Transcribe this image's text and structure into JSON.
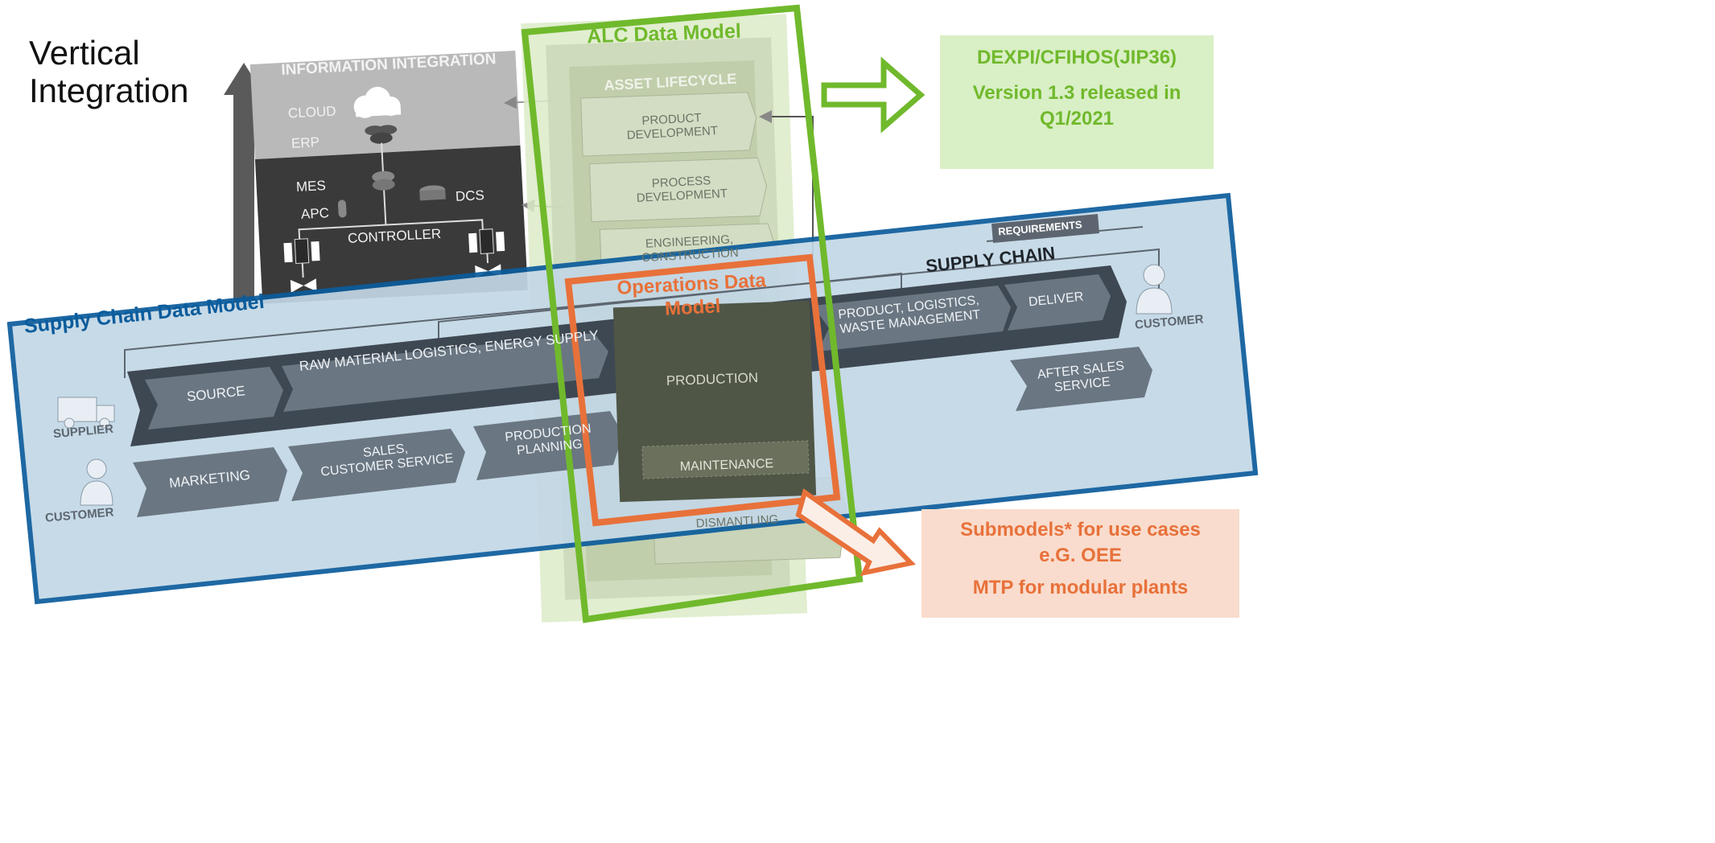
{
  "heading": {
    "line1": "Vertical",
    "line2": "Integration"
  },
  "info_integration": {
    "title": "INFORMATION INTEGRATION",
    "cloud": "CLOUD",
    "erp": "ERP",
    "mes": "MES",
    "apc": "APC",
    "dcs": "DCS",
    "controller": "CONTROLLER"
  },
  "alc": {
    "title": "ALC Data Model",
    "asset_lifecycle": "ASSET LIFECYCLE",
    "stages": [
      "PRODUCT DEVELOPMENT",
      "PROCESS DEVELOPMENT",
      "ENGINEERING, CONSTRUCTION",
      "DISMANTLING"
    ]
  },
  "dexpi": {
    "line1": "DEXPI/CFIHOS(JIP36)",
    "line2": "Version 1.3 released in",
    "line3": "Q1/2021"
  },
  "supply_chain": {
    "title": "Supply Chain Data Model",
    "requirements": "REQUIREMENTS",
    "supply_chain_label": "SUPPLY CHAIN",
    "supplier": "SUPPLIER",
    "customer_left": "CUSTOMER",
    "customer_right": "CUSTOMER",
    "source": "SOURCE",
    "raw_material": "RAW MATERIAL LOGISTICS, ENERGY SUPPLY",
    "product_logistics_1": "PRODUCT, LOGISTICS,",
    "product_logistics_2": "WASTE MANAGEMENT",
    "deliver": "DELIVER",
    "after_sales_1": "AFTER SALES",
    "after_sales_2": "SERVICE",
    "marketing": "MARKETING",
    "sales_1": "SALES,",
    "sales_2": "CUSTOMER SERVICE",
    "prod_planning_1": "PRODUCTION",
    "prod_planning_2": "PLANNING"
  },
  "operations": {
    "title_1": "Operations Data",
    "title_2": "Model",
    "production": "PRODUCTION",
    "maintenance": "MAINTENANCE"
  },
  "submodels": {
    "line1": "Submodels* for use cases",
    "line2": "e.G. OEE",
    "line3": "MTP for modular plants"
  },
  "colors": {
    "green": "#70B92C",
    "blue": "#0B5C9C",
    "orange": "#E8713A",
    "dexpi_bg": "#D9EFC5",
    "submodel_bg": "#F9DCCD",
    "dark_chevron": "#58636E"
  }
}
